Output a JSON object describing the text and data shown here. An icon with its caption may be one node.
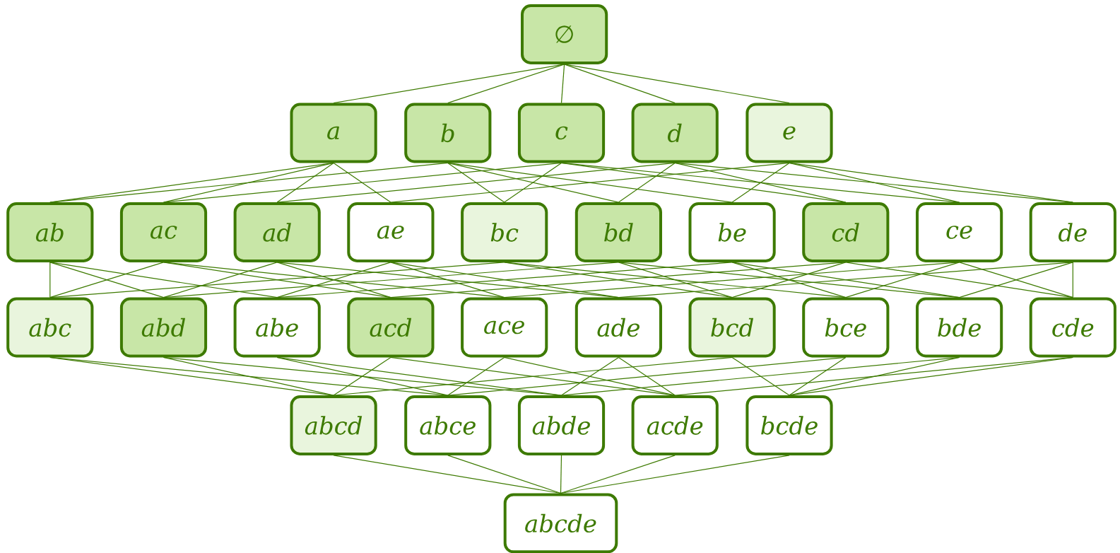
{
  "diagram": {
    "nodes": [
      {
        "text": [
          "∅"
        ]
      },
      {
        "text": [
          "a"
        ]
      },
      {
        "text": [
          "b"
        ]
      },
      {
        "text": [
          "c"
        ]
      },
      {
        "text": [
          "d"
        ]
      },
      {
        "text": [
          "e"
        ]
      },
      {
        "text": [
          "ab"
        ]
      },
      {
        "text": [
          "ac"
        ]
      },
      {
        "text": [
          "ad"
        ]
      },
      {
        "text": [
          "ae"
        ]
      },
      {
        "text": [
          "bc"
        ]
      },
      {
        "text": [
          "bd"
        ]
      },
      {
        "text": [
          "be"
        ]
      },
      {
        "text": [
          "cd"
        ]
      },
      {
        "text": [
          "ce"
        ]
      },
      {
        "text": [
          "de"
        ]
      },
      {
        "text": [
          "abc"
        ]
      },
      {
        "text": [
          "abd"
        ]
      },
      {
        "text": [
          "abe"
        ]
      },
      {
        "text": [
          "acd"
        ]
      },
      {
        "text": [
          "ace"
        ]
      },
      {
        "text": [
          "ade"
        ]
      },
      {
        "text": [
          "bcd"
        ]
      },
      {
        "text": [
          "bce"
        ]
      },
      {
        "text": [
          "bde"
        ]
      },
      {
        "text": [
          "cde"
        ]
      },
      {
        "text": [
          "abcd"
        ]
      },
      {
        "text": [
          "abce"
        ]
      },
      {
        "text": [
          "abde"
        ]
      },
      {
        "text": [
          "acde"
        ]
      },
      {
        "text": [
          "bcde"
        ]
      },
      {
        "text": [
          "abcde"
        ]
      }
    ],
    "edges": [
      {
        "from": 0,
        "to": 1,
        "arrow": "none"
      },
      {
        "from": 0,
        "to": 2,
        "arrow": "none"
      },
      {
        "from": 0,
        "to": 3,
        "arrow": "none"
      },
      {
        "from": 0,
        "to": 4,
        "arrow": "none"
      },
      {
        "from": 0,
        "to": 5,
        "arrow": "none"
      },
      {
        "from": 1,
        "to": 6,
        "arrow": "none"
      },
      {
        "from": 1,
        "to": 7,
        "arrow": "none"
      },
      {
        "from": 1,
        "to": 8,
        "arrow": "none"
      },
      {
        "from": 1,
        "to": 9,
        "arrow": "none"
      },
      {
        "from": 2,
        "to": 6,
        "arrow": "none"
      },
      {
        "from": 2,
        "to": 10,
        "arrow": "none"
      },
      {
        "from": 2,
        "to": 11,
        "arrow": "none"
      },
      {
        "from": 2,
        "to": 12,
        "arrow": "none"
      },
      {
        "from": 3,
        "to": 7,
        "arrow": "none"
      },
      {
        "from": 3,
        "to": 10,
        "arrow": "none"
      },
      {
        "from": 3,
        "to": 13,
        "arrow": "none"
      },
      {
        "from": 3,
        "to": 14,
        "arrow": "none"
      },
      {
        "from": 4,
        "to": 8,
        "arrow": "none"
      },
      {
        "from": 4,
        "to": 11,
        "arrow": "none"
      },
      {
        "from": 4,
        "to": 13,
        "arrow": "none"
      },
      {
        "from": 4,
        "to": 15,
        "arrow": "none"
      },
      {
        "from": 5,
        "to": 9,
        "arrow": "none"
      },
      {
        "from": 5,
        "to": 12,
        "arrow": "none"
      },
      {
        "from": 5,
        "to": 14,
        "arrow": "none"
      },
      {
        "from": 5,
        "to": 15,
        "arrow": "none"
      },
      {
        "from": 6,
        "to": 16,
        "arrow": "none"
      },
      {
        "from": 6,
        "to": 17,
        "arrow": "none"
      },
      {
        "from": 6,
        "to": 18,
        "arrow": "none"
      },
      {
        "from": 7,
        "to": 16,
        "arrow": "none"
      },
      {
        "from": 7,
        "to": 19,
        "arrow": "none"
      },
      {
        "from": 7,
        "to": 20,
        "arrow": "none"
      },
      {
        "from": 8,
        "to": 17,
        "arrow": "none"
      },
      {
        "from": 8,
        "to": 19,
        "arrow": "none"
      },
      {
        "from": 8,
        "to": 21,
        "arrow": "none"
      },
      {
        "from": 9,
        "to": 18,
        "arrow": "none"
      },
      {
        "from": 9,
        "to": 20,
        "arrow": "none"
      },
      {
        "from": 9,
        "to": 21,
        "arrow": "none"
      },
      {
        "from": 10,
        "to": 16,
        "arrow": "none"
      },
      {
        "from": 10,
        "to": 22,
        "arrow": "none"
      },
      {
        "from": 10,
        "to": 23,
        "arrow": "none"
      },
      {
        "from": 11,
        "to": 17,
        "arrow": "none"
      },
      {
        "from": 11,
        "to": 22,
        "arrow": "none"
      },
      {
        "from": 11,
        "to": 24,
        "arrow": "none"
      },
      {
        "from": 12,
        "to": 18,
        "arrow": "none"
      },
      {
        "from": 12,
        "to": 23,
        "arrow": "none"
      },
      {
        "from": 12,
        "to": 24,
        "arrow": "none"
      },
      {
        "from": 13,
        "to": 19,
        "arrow": "none"
      },
      {
        "from": 13,
        "to": 22,
        "arrow": "none"
      },
      {
        "from": 13,
        "to": 25,
        "arrow": "none"
      },
      {
        "from": 14,
        "to": 20,
        "arrow": "none"
      },
      {
        "from": 14,
        "to": 23,
        "arrow": "none"
      },
      {
        "from": 14,
        "to": 25,
        "arrow": "none"
      },
      {
        "from": 15,
        "to": 21,
        "arrow": "none"
      },
      {
        "from": 15,
        "to": 24,
        "arrow": "none"
      },
      {
        "from": 15,
        "to": 25,
        "arrow": "none"
      },
      {
        "from": 16,
        "to": 26,
        "arrow": "none"
      },
      {
        "from": 16,
        "to": 27,
        "arrow": "none"
      },
      {
        "from": 17,
        "to": 26,
        "arrow": "none"
      },
      {
        "from": 17,
        "to": 28,
        "arrow": "none"
      },
      {
        "from": 18,
        "to": 27,
        "arrow": "none"
      },
      {
        "from": 18,
        "to": 28,
        "arrow": "none"
      },
      {
        "from": 19,
        "to": 26,
        "arrow": "none"
      },
      {
        "from": 19,
        "to": 29,
        "arrow": "none"
      },
      {
        "from": 20,
        "to": 27,
        "arrow": "none"
      },
      {
        "from": 20,
        "to": 29,
        "arrow": "none"
      },
      {
        "from": 21,
        "to": 28,
        "arrow": "none"
      },
      {
        "from": 21,
        "to": 29,
        "arrow": "none"
      },
      {
        "from": 22,
        "to": 26,
        "arrow": "none"
      },
      {
        "from": 22,
        "to": 30,
        "arrow": "none"
      },
      {
        "from": 23,
        "to": 27,
        "arrow": "none"
      },
      {
        "from": 23,
        "to": 30,
        "arrow": "none"
      },
      {
        "from": 24,
        "to": 28,
        "arrow": "none"
      },
      {
        "from": 24,
        "to": 30,
        "arrow": "none"
      },
      {
        "from": 25,
        "to": 29,
        "arrow": "none"
      },
      {
        "from": 25,
        "to": 30,
        "arrow": "none"
      },
      {
        "from": 26,
        "to": 31,
        "arrow": "none"
      },
      {
        "from": 27,
        "to": 31,
        "arrow": "none"
      },
      {
        "from": 28,
        "to": 31,
        "arrow": "none"
      },
      {
        "from": 29,
        "to": 31,
        "arrow": "none"
      },
      {
        "from": 30,
        "to": 31,
        "arrow": "none"
      }
    ]
  }
}
